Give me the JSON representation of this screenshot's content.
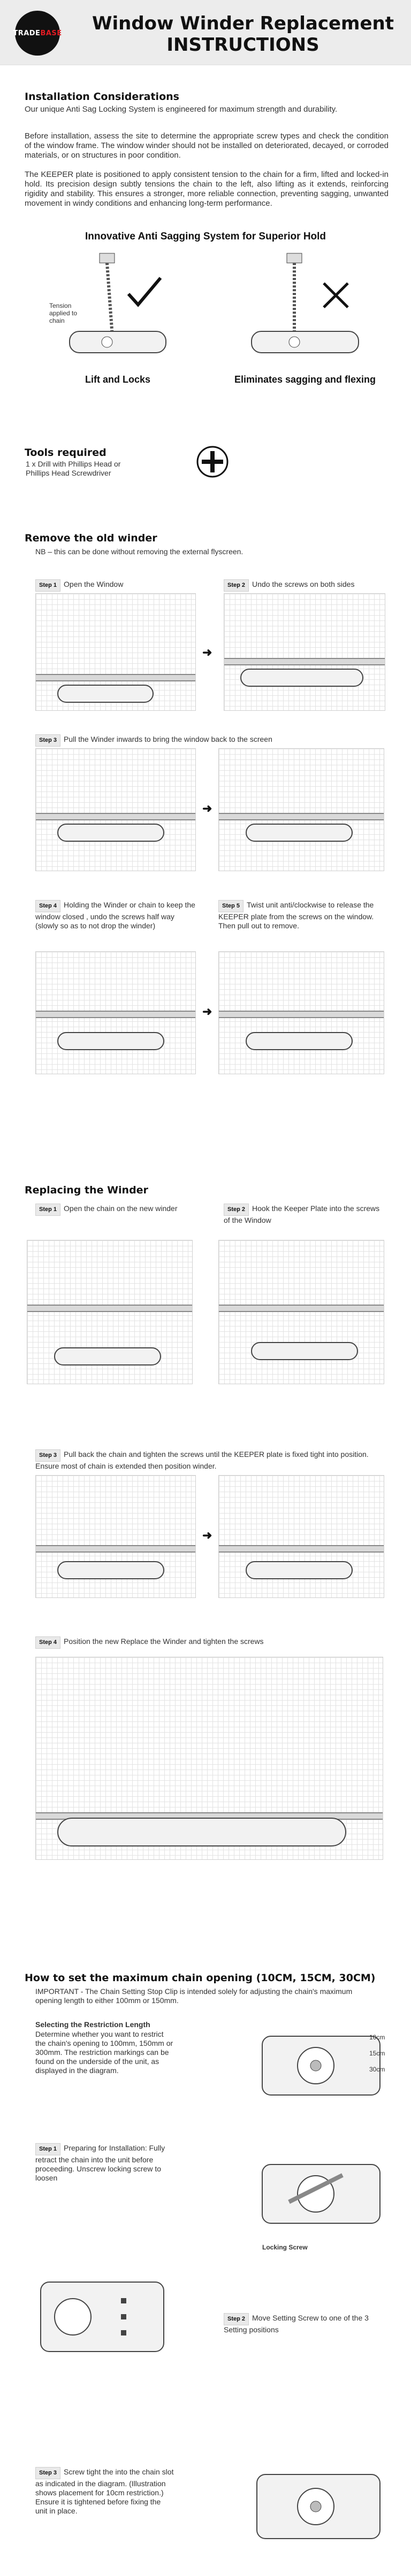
{
  "brand": {
    "logo_text": "TRADE",
    "logo_accent": "BASE"
  },
  "title_line1": "Window Winder Replacement",
  "title_line2": "INSTRUCTIONS",
  "install": {
    "heading": "Installation Considerations",
    "p1": "Our unique Anti Sag Locking System is engineered for maximum strength and durability.",
    "p2": "Before installation, assess the site to determine the appropriate screw types and check the condition of the window frame. The window winder should not be installed on deteriorated, decayed, or corroded materials, or on structures in poor condition.",
    "p3": "The KEEPER plate is positioned to apply consistent tension to the chain for a firm, lifted and locked-in hold. Its precision design subtly tensions the chain to the left, also lifting as it extends, reinforcing rigidity and stability. This ensures a stronger, more reliable connection, preventing sagging, unwanted movement in windy conditions and enhancing long-term performance."
  },
  "anti_sag": {
    "heading": "Innovative Anti Sagging System for Superior Hold",
    "tension_note": "Tension applied to chain",
    "left_caption": "Lift and Locks",
    "right_caption": "Eliminates sagging and flexing"
  },
  "tools": {
    "heading": "Tools required",
    "line1": "1 x Drill with Phillips Head or",
    "line2": "Phillips Head Screwdriver"
  },
  "remove": {
    "heading": "Remove the old winder",
    "nb": "NB – this can be done without removing the external flyscreen.",
    "s1_tag": "Step 1",
    "s1_text": "Open the Window",
    "s2_tag": "Step 2",
    "s2_text": "Undo the screws on both sides",
    "s3_tag": "Step 3",
    "s3_text": "Pull the Winder inwards to bring the window back to the screen",
    "s4_tag": "Step 4",
    "s4_text": "Holding the Winder or chain to keep the window closed , undo the screws half way (slowly so as to not drop the winder)",
    "s5_tag": "Step 5",
    "s5_text": "Twist unit anti/clockwise to release the KEEPER plate from the screws on the window. Then pull out to remove."
  },
  "replace": {
    "heading": "Replacing the Winder",
    "s1_tag": "Step 1",
    "s1_text": "Open the chain on the new winder",
    "s2_tag": "Step 2",
    "s2_text": "Hook the Keeper Plate into the screws of the Window",
    "s3_tag": "Step 3",
    "s3_text": "Pull back the chain and tighten the screws until the KEEPER plate is fixed tight into position. Ensure most of chain is extended then position winder.",
    "s4_tag": "Step 4",
    "s4_text": "Position the new Replace the Winder and tighten the screws"
  },
  "max_chain": {
    "heading": "How to set the maximum chain opening (10CM, 15CM, 30CM)",
    "important": "IMPORTANT - The Chain Setting Stop Clip is intended solely for adjusting the chain's maximum opening length to either 100mm or 150mm.",
    "sel_title": "Selecting the Restriction Length",
    "sel_text": "Determine whether you want to restrict the chain's opening to 100mm, 150mm or 300mm. The restriction markings can be found on the underside of the unit, as displayed in the diagram.",
    "s1_tag": "Step 1",
    "s1_text": "Preparing for Installation: Fully retract the chain into the unit before proceeding. Unscrew locking screw to loosen",
    "locking_label": "Locking Screw",
    "s2_tag": "Step 2",
    "s2_text": "Move Setting Screw to one of the 3 Setting positions",
    "s3_tag": "Step 3",
    "s3_text": "Screw tight the into the chain slot as indicated in the diagram. (Illustration shows placement for 10cm restriction.) Ensure it is tightened before fixing the unit in place.",
    "mark_10": "10cm",
    "mark_15": "15cm",
    "mark_30": "30cm"
  },
  "colors": {
    "accent": "#e31b23",
    "header_bg": "#ececec",
    "tag_bg": "#e9e9e9"
  }
}
